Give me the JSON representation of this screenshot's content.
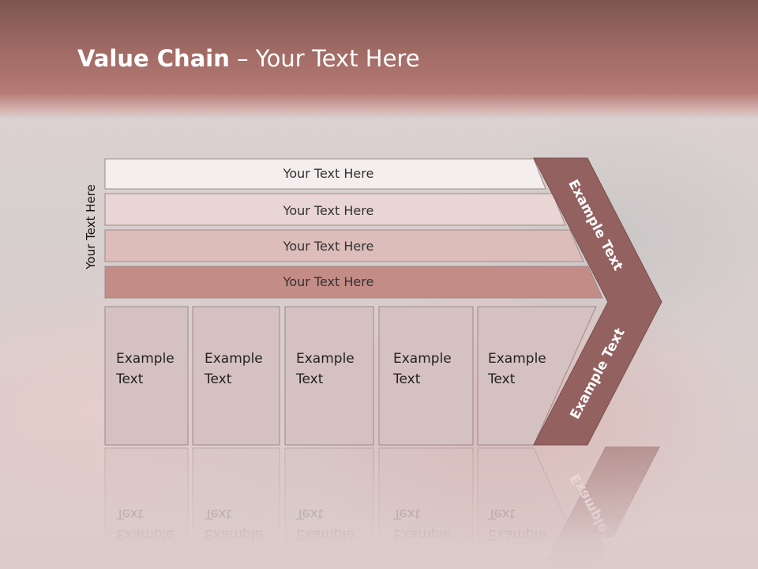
{
  "slide": {
    "title_bold": "Value Chain",
    "title_rest": " – Your Text Here",
    "side_label": "Your Text Here"
  },
  "support_activities": [
    "Your Text Here",
    "Your Text Here",
    "Your Text Here",
    "Your Text Here"
  ],
  "primary_activities": [
    {
      "line1": "Example",
      "line2": "Text"
    },
    {
      "line1": "Example",
      "line2": "Text"
    },
    {
      "line1": "Example",
      "line2": "Text"
    },
    {
      "line1": "Example",
      "line2": "Text"
    },
    {
      "line1": "Example",
      "line2": "Text"
    }
  ],
  "margin_labels": {
    "upper": "Example Text",
    "lower": "Example Text"
  },
  "colors": {
    "header": "#a26b66",
    "bar_fills": [
      "#f4eeee",
      "#e8d5d4",
      "#dcbdba",
      "#c48c86"
    ],
    "primary_box": "#d6c1c2",
    "chevron": "#936160"
  }
}
